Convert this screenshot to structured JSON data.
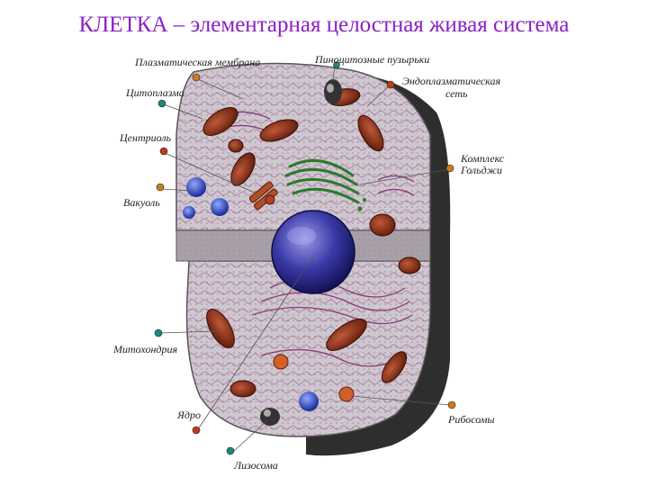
{
  "title": "КЛЕТКА – элементарная целостная живая система",
  "labels": {
    "plasma_membrane": "Плазматическая мембрана",
    "pinocytic_vesicles": "Пиноцитозные пузырьки",
    "cytoplasm": "Цитоплазма",
    "er_line1": "Эндоплазматическая",
    "er_line2": "сеть",
    "centriole": "Центриоль",
    "golgi_line1": "Комплекс",
    "golgi_line2": "Гольджи",
    "vacuole": "Вакуоль",
    "mitochondria": "Митохондрия",
    "nucleus": "Ядро",
    "ribosomes": "Рибосомы",
    "lysosome": "Лизосома"
  },
  "colors": {
    "title": "#8B1FC4",
    "cytoplasm": "#cfc7cf",
    "shadow": "#333333",
    "nucleus": "#3a3aa8",
    "mitochondria": "#8b2d14",
    "golgi": "#2a7a2a",
    "er": "#8a3a7a"
  }
}
